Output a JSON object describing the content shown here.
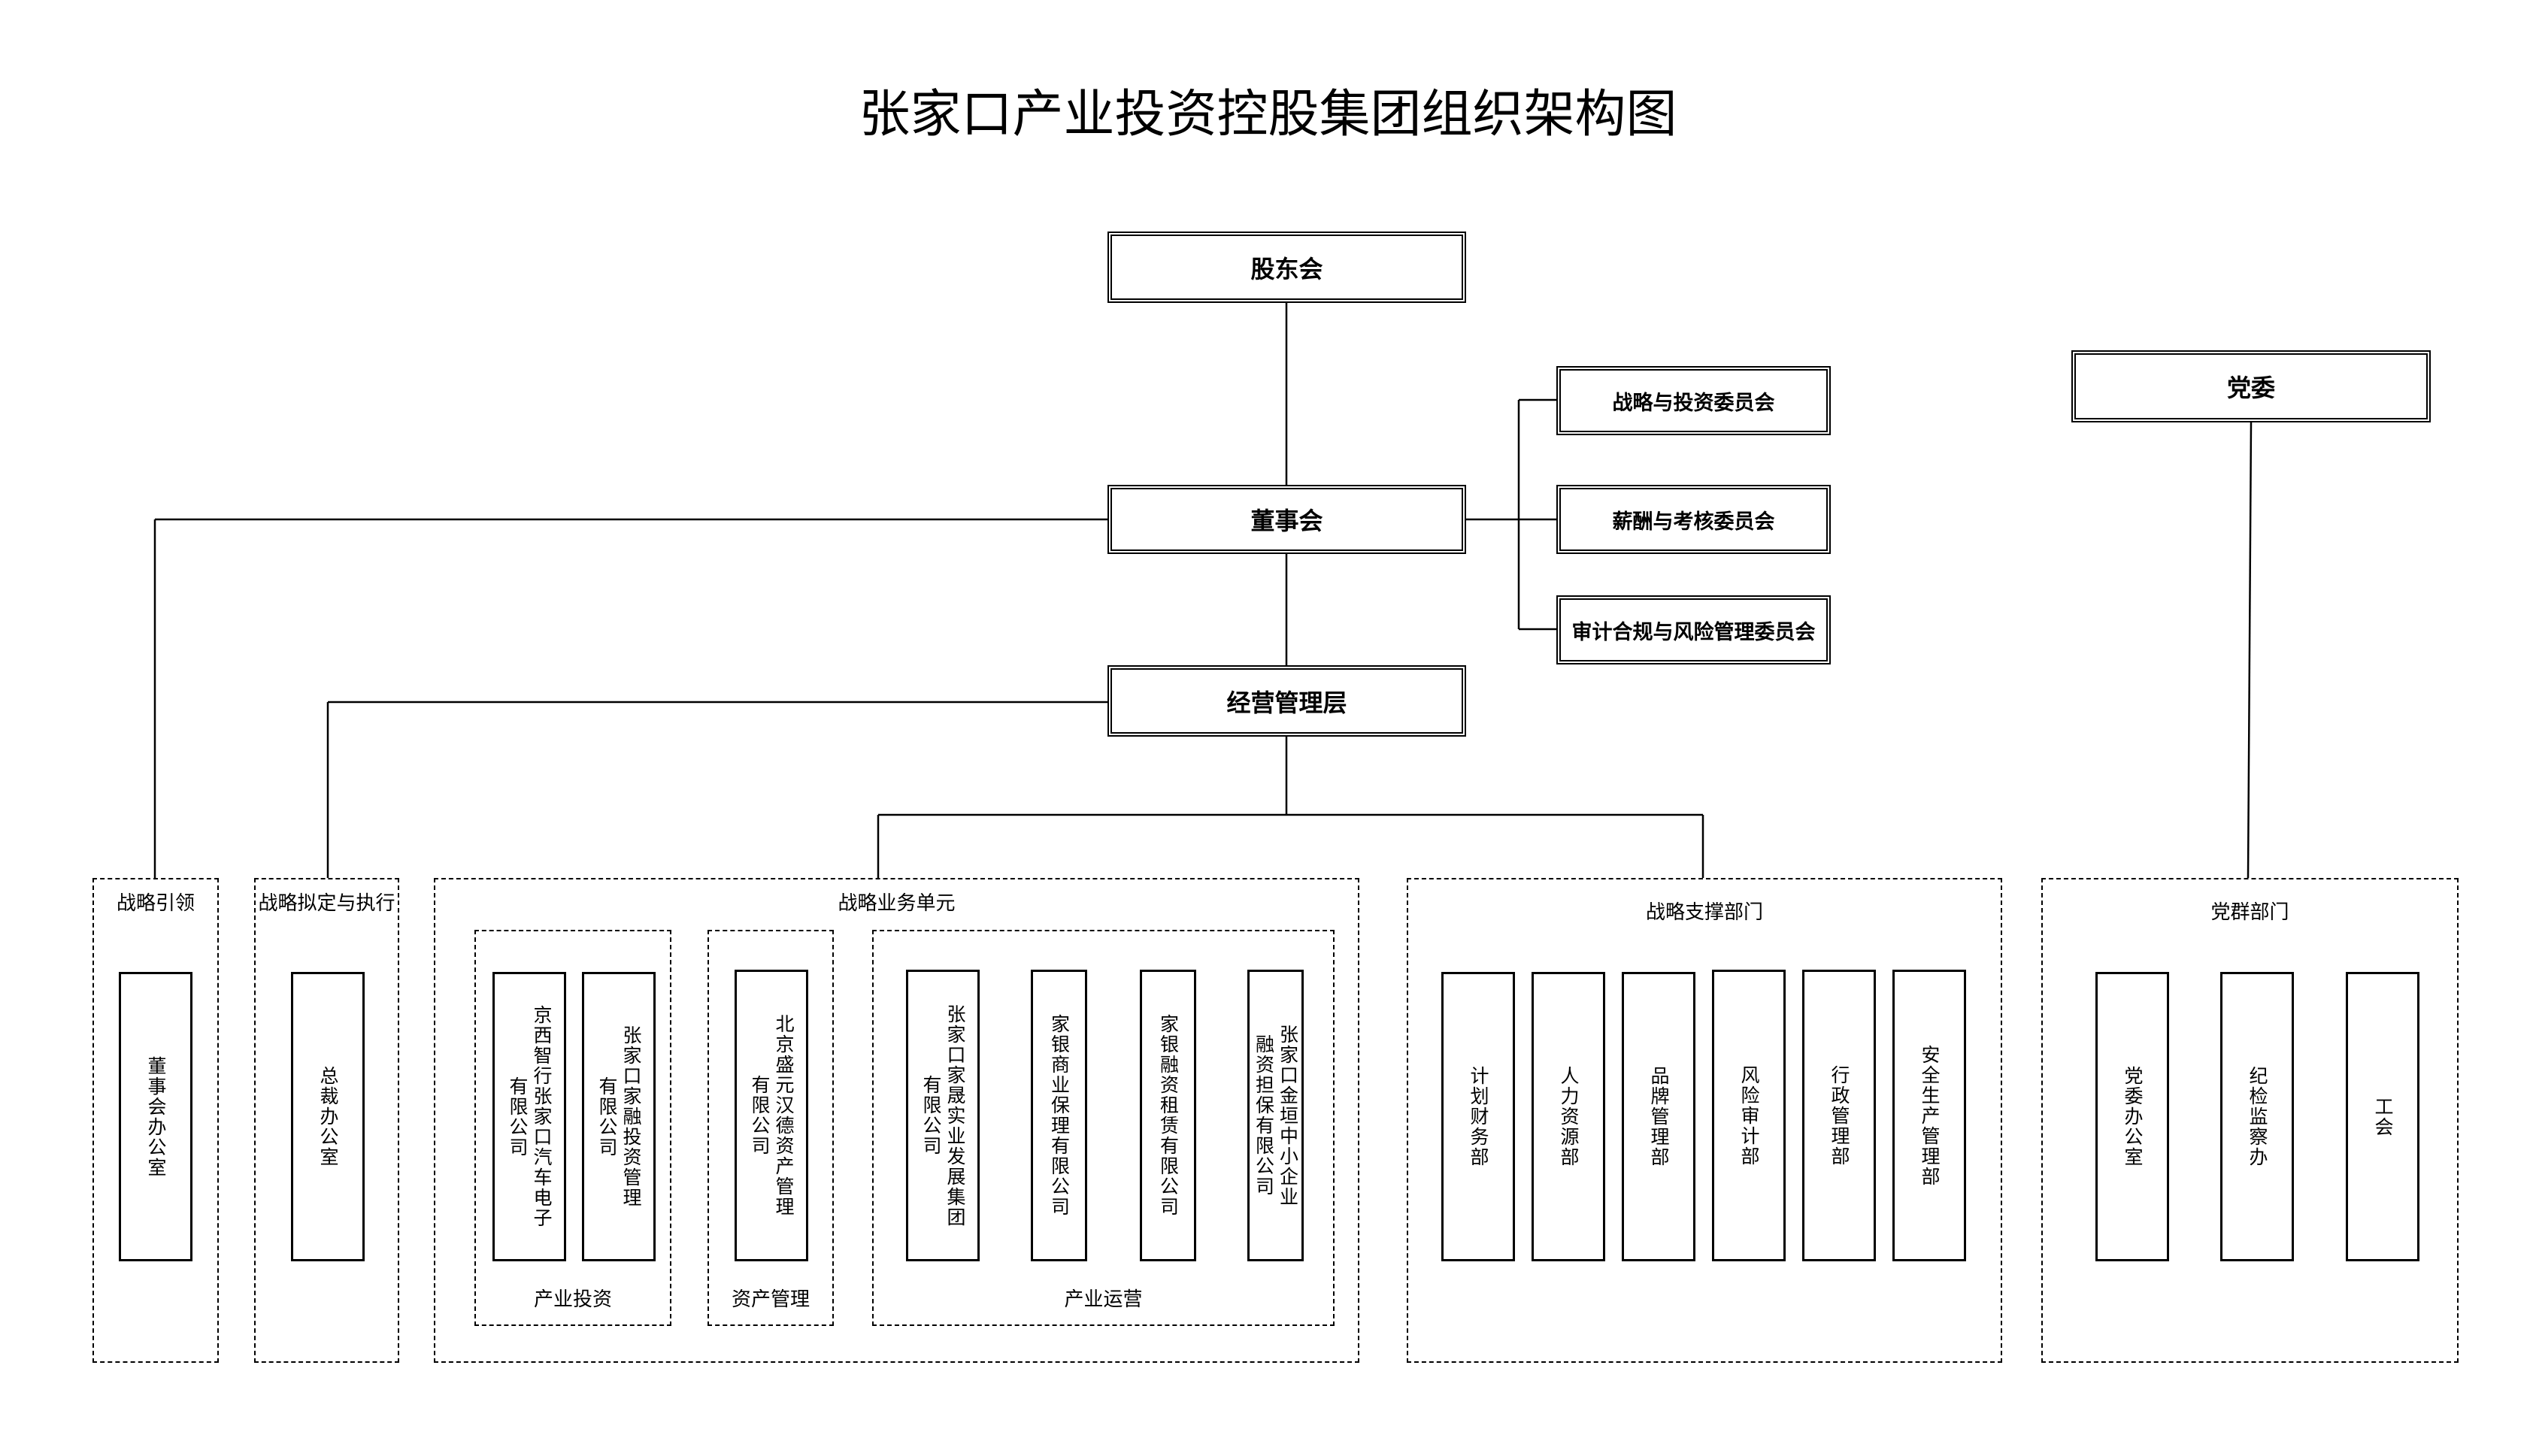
{
  "title": "张家口产业投资控股集团组织架构图",
  "top": {
    "shareholders": "股东会",
    "board": "董事会",
    "management": "经营管理层",
    "party_committee": "党委"
  },
  "committees": {
    "strategy": "战略与投资委员会",
    "compensation": "薪酬与考核委员会",
    "audit": "审计合规与风险管理委员会"
  },
  "groups": {
    "strategic_guidance": {
      "label": "战略引领",
      "items": [
        "董事会办公室"
      ]
    },
    "strategy_execution": {
      "label": "战略拟定与执行",
      "items": [
        "总裁办公室"
      ]
    },
    "business_units": {
      "label": "战略业务单元",
      "industrial_investment": {
        "label": "产业投资",
        "items": [
          "京西智行张家口汽车电子\n有限公司",
          "张家口家融投资管理\n有限公司"
        ]
      },
      "asset_management": {
        "label": "资产管理",
        "items": [
          "北京盛元汉德资产管理\n有限公司"
        ]
      },
      "industrial_operation": {
        "label": "产业运营",
        "items": [
          "张家口家晟实业发展集团\n有限公司",
          "家银商业保理有限公司",
          "家银融资租赁有限公司",
          "张家口金垣中小企业\n融资担保有限公司"
        ]
      }
    },
    "support_departments": {
      "label": "战略支撑部门",
      "items": [
        "计划财务部",
        "人力资源部",
        "品牌管理部",
        "风险审计部",
        "行政管理部",
        "安全生产管理部"
      ]
    },
    "party_mass": {
      "label": "党群部门",
      "items": [
        "党委办公室",
        "纪检监察办",
        "工会"
      ]
    }
  }
}
